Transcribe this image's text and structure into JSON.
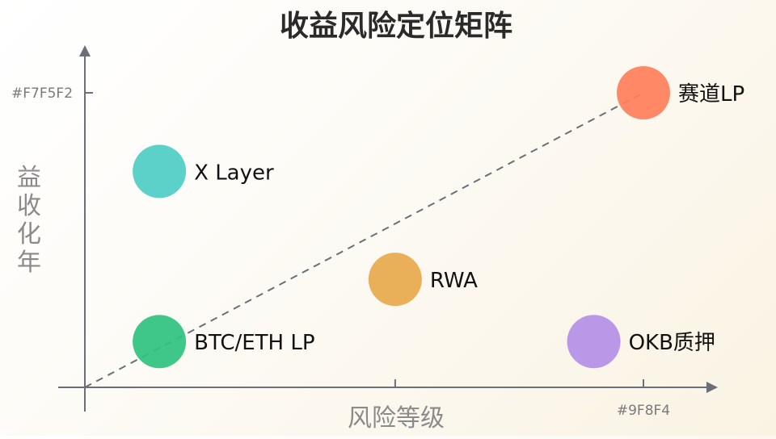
{
  "chart_data": {
    "type": "scatter",
    "title": "收益风险定位矩阵",
    "xlabel": "风险等级",
    "ylabel": "年化收益",
    "xlim": [
      0,
      10
    ],
    "ylim": [
      0,
      10
    ],
    "x_tick_labels": [
      {
        "x": 5,
        "label": ""
      },
      {
        "x": 9,
        "label": "#9F8F4"
      }
    ],
    "y_tick_labels": [
      {
        "y": 9,
        "label": "#F7F5F2"
      }
    ],
    "grid": false,
    "legend": "none",
    "trendline": {
      "style": "dashed",
      "from": [
        0,
        0
      ],
      "to": [
        9,
        9
      ]
    },
    "points": [
      {
        "name": "BTC/ETH LP",
        "x": 1.2,
        "y": 1.4,
        "color": "#2ec27e"
      },
      {
        "name": "X Layer",
        "x": 1.2,
        "y": 6.6,
        "color": "#4ecdc4"
      },
      {
        "name": "RWA",
        "x": 5.0,
        "y": 3.3,
        "color": "#e8a94c"
      },
      {
        "name": "OKB质押",
        "x": 8.2,
        "y": 1.4,
        "color": "#b58ee6"
      },
      {
        "name": "赛道LP",
        "x": 9.0,
        "y": 9.0,
        "color": "#ff7f5a"
      }
    ]
  }
}
